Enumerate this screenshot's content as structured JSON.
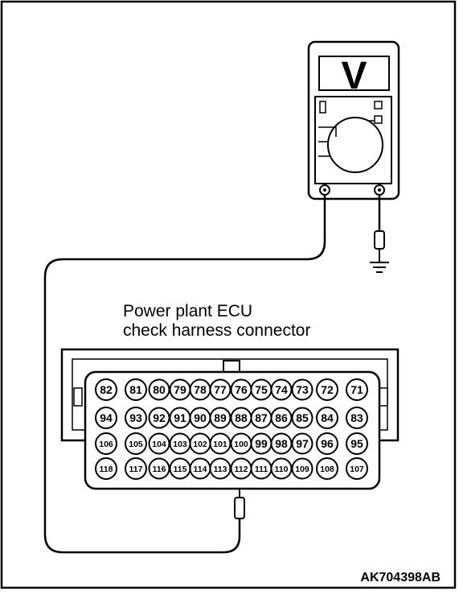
{
  "connector": {
    "label_line1": "Power plant ECU",
    "label_line2": "check harness connector",
    "rows": [
      [
        "82",
        "81",
        "80",
        "79",
        "78",
        "77",
        "76",
        "75",
        "74",
        "73",
        "72",
        "71"
      ],
      [
        "94",
        "93",
        "92",
        "91",
        "90",
        "89",
        "88",
        "87",
        "86",
        "85",
        "84",
        "83"
      ],
      [
        "106",
        "105",
        "104",
        "103",
        "102",
        "101",
        "100",
        "99",
        "98",
        "97",
        "96",
        "95"
      ],
      [
        "118",
        "117",
        "116",
        "115",
        "114",
        "113",
        "112",
        "111",
        "110",
        "109",
        "108",
        "107"
      ]
    ],
    "probed_pin": "112"
  },
  "meter": {
    "unit_symbol": "V"
  },
  "figure_code": "AK704398AB"
}
